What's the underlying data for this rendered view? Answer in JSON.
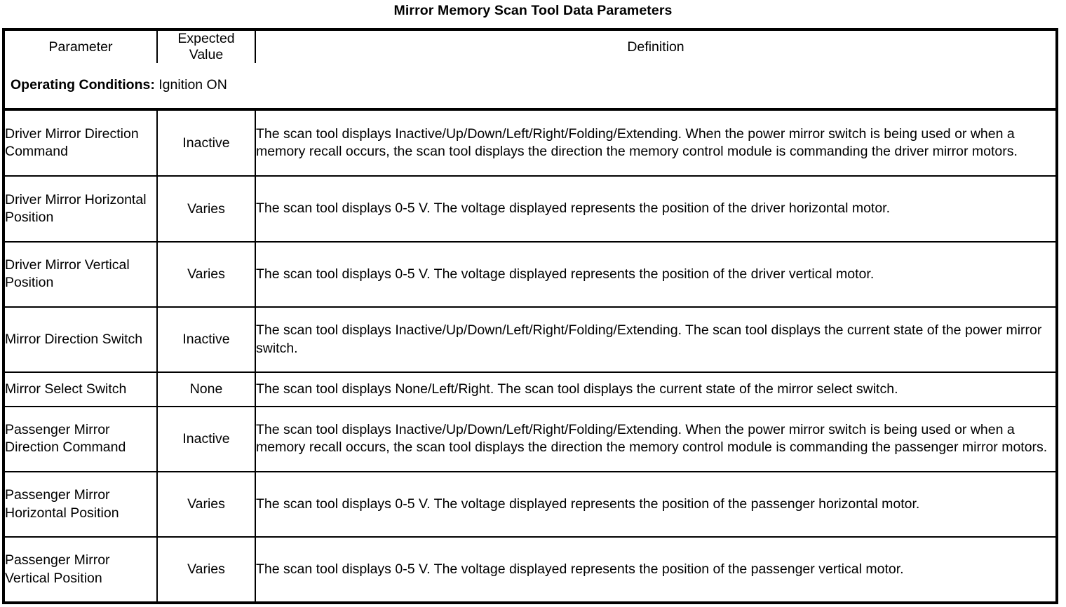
{
  "document": {
    "title": "Mirror Memory Scan Tool Data Parameters"
  },
  "table": {
    "headers": {
      "parameter": "Parameter",
      "expected_value": "Expected Value",
      "expected_value_line1": "Expected",
      "expected_value_line2": "Value",
      "definition": "Definition"
    },
    "operating_conditions": {
      "label": "Operating Conditions:",
      "value": "Ignition ON"
    },
    "columns": [
      "Parameter",
      "Expected Value",
      "Definition"
    ],
    "rows": [
      {
        "parameter": "Driver Mirror Direction Command",
        "expected_value": "Inactive",
        "definition": "The scan tool displays Inactive/Up/Down/Left/Right/Folding/Extending. When the power mirror switch is being used or when a memory recall occurs, the scan tool displays the direction the memory control module is commanding the driver mirror motors."
      },
      {
        "parameter": "Driver Mirror Horizontal Position",
        "expected_value": "Varies",
        "definition": "The scan tool displays 0-5 V. The voltage displayed represents the position of the driver horizontal motor."
      },
      {
        "parameter": "Driver Mirror Vertical Position",
        "expected_value": "Varies",
        "definition": "The scan tool displays 0-5 V. The voltage displayed represents the position of the driver vertical motor."
      },
      {
        "parameter": "Mirror Direction Switch",
        "expected_value": "Inactive",
        "definition": "The scan tool displays Inactive/Up/Down/Left/Right/Folding/Extending. The scan tool displays the current state of the power mirror switch."
      },
      {
        "parameter": "Mirror Select Switch",
        "expected_value": "None",
        "definition": "The scan tool displays None/Left/Right. The scan tool displays the current state of the mirror select switch."
      },
      {
        "parameter": "Passenger Mirror Direction Command",
        "expected_value": "Inactive",
        "definition": "The scan tool displays Inactive/Up/Down/Left/Right/Folding/Extending. When the power mirror switch is being used or when a memory recall occurs, the scan tool displays the direction the memory control module is commanding the passenger mirror motors."
      },
      {
        "parameter": "Passenger Mirror Horizontal Position",
        "expected_value": "Varies",
        "definition": "The scan tool displays 0-5 V. The voltage displayed represents the position of the passenger horizontal motor."
      },
      {
        "parameter": "Passenger Mirror Vertical Position",
        "expected_value": "Varies",
        "definition": "The scan tool displays 0-5 V. The voltage displayed represents the position of the passenger vertical motor."
      }
    ]
  },
  "colors": {
    "text": "#000000",
    "background": "#ffffff",
    "border": "#000000"
  }
}
